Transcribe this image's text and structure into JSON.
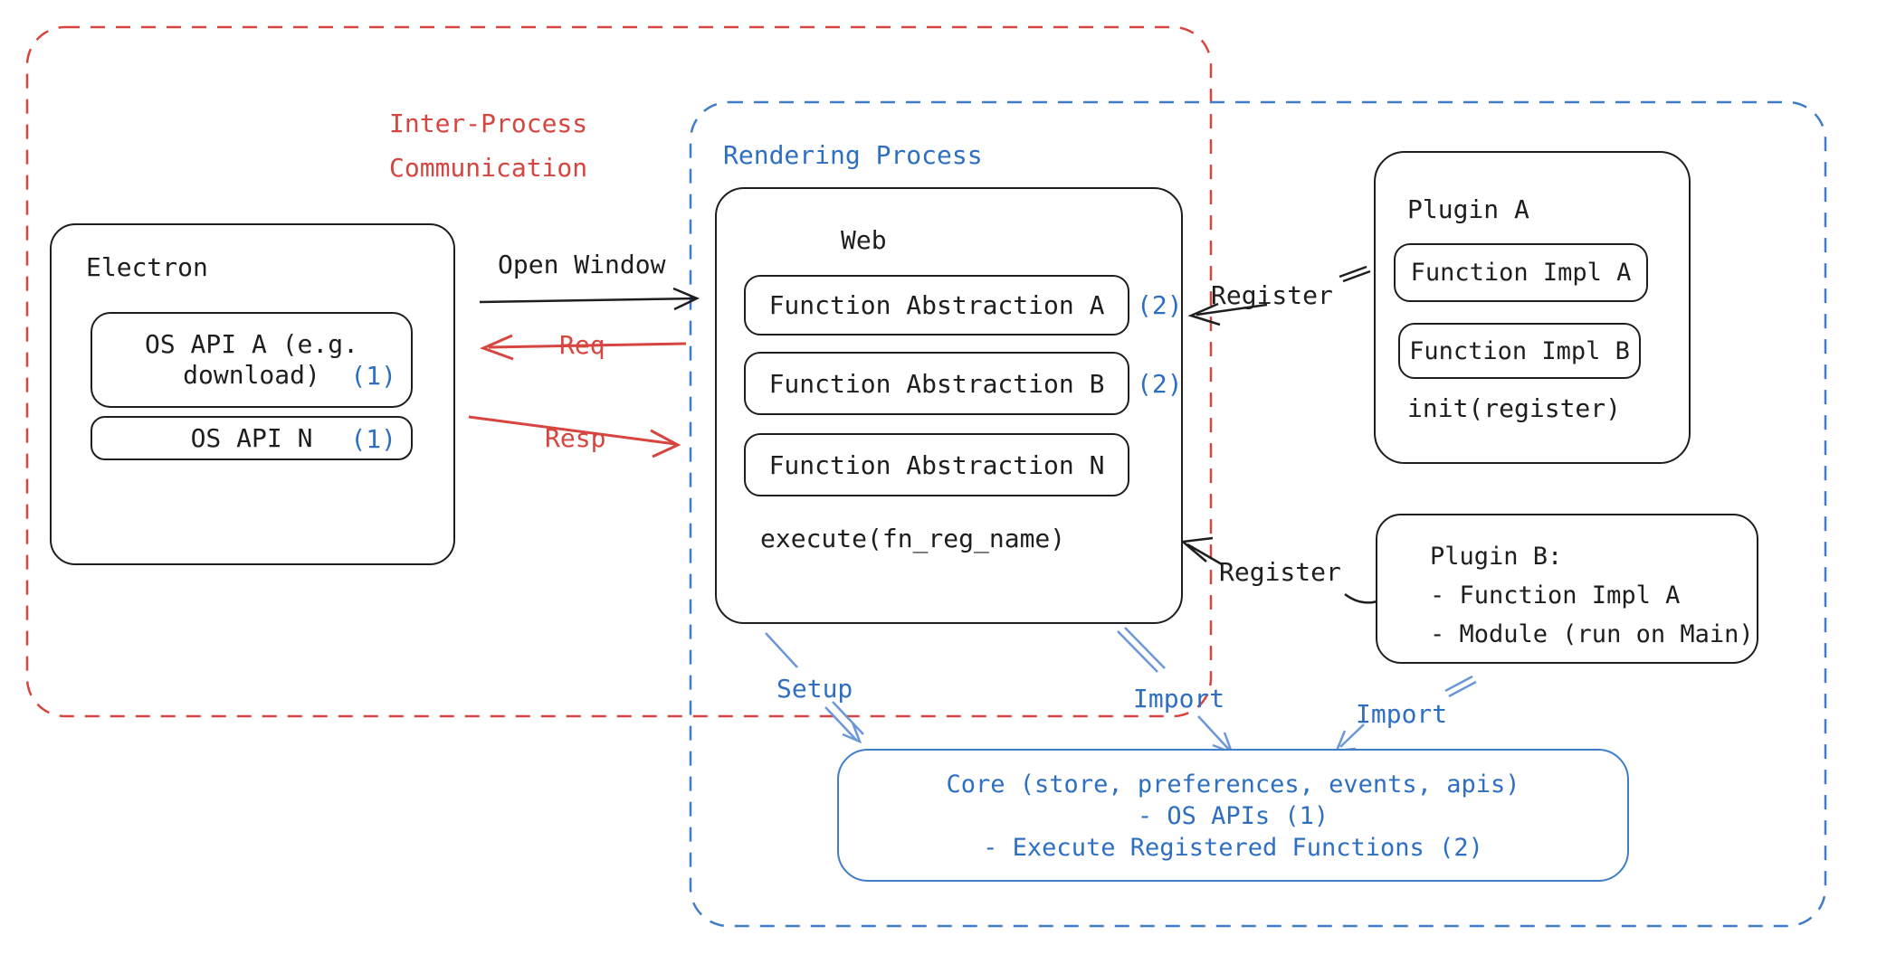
{
  "colors": {
    "black": "#1e1e1e",
    "red": "#d6453f",
    "blue": "#2e6fc2",
    "blue_border": "#3f7dc9",
    "blue_arrow": "#6b97d8"
  },
  "ipc": {
    "line1": "Inter-Process",
    "line2": "Communication"
  },
  "rendering": {
    "label": "Rendering Process"
  },
  "electron": {
    "title": "Electron",
    "api_a": {
      "line1": "OS API A (e.g.",
      "line2": "download)",
      "badge": "(1)"
    },
    "api_n": {
      "label": "OS API N",
      "badge": "(1)"
    }
  },
  "arrows": {
    "open_window": "Open Window",
    "req": "Req",
    "resp": "Resp",
    "register_plugin_a": "Register",
    "register_plugin_b": "Register",
    "setup": "Setup",
    "import_web": "Import",
    "import_plugin_b": "Import"
  },
  "web": {
    "title": "Web",
    "items": [
      {
        "label": "Function Abstraction A",
        "badge": "(2)"
      },
      {
        "label": "Function Abstraction B",
        "badge": "(2)"
      },
      {
        "label": "Function Abstraction N",
        "badge": ""
      }
    ],
    "footer": "execute(fn_reg_name)"
  },
  "plugin_a": {
    "title": "Plugin A",
    "impl_a": "Function Impl A",
    "impl_b": "Function Impl B",
    "footer": "init(register)"
  },
  "plugin_b": {
    "line1": "Plugin B:",
    "line2": "- Function Impl A",
    "line3": "- Module (run on Main)"
  },
  "core": {
    "line1": "Core (store, preferences, events, apis)",
    "line2": "- OS APIs (1)",
    "line3": "- Execute Registered Functions (2)"
  }
}
